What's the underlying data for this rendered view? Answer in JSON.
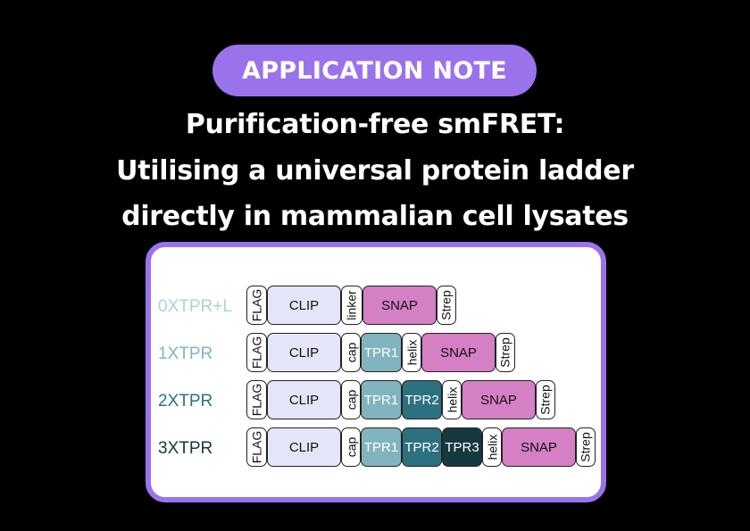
{
  "header": {
    "badge": "APPLICATION NOTE",
    "title_lines": [
      "Purification-free smFRET:",
      "Utilising a universal protein ladder",
      "directly in mammalian cell lysates"
    ]
  },
  "diagram": {
    "rows": [
      {
        "label": "0XTPR+L",
        "label_color": "#a9d3db",
        "segments": [
          "FLAG",
          "CLIP",
          "linker",
          "SNAP",
          "Strep"
        ]
      },
      {
        "label": "1XTPR",
        "label_color": "#82b4bf",
        "segments": [
          "FLAG",
          "CLIP",
          "cap",
          "TPR1",
          "helix",
          "SNAP",
          "Strep"
        ]
      },
      {
        "label": "2XTPR",
        "label_color": "#2d7180",
        "segments": [
          "FLAG",
          "CLIP",
          "cap",
          "TPR1",
          "TPR2",
          "helix",
          "SNAP",
          "Strep"
        ]
      },
      {
        "label": "3XTPR",
        "label_color": "#16393f",
        "segments": [
          "FLAG",
          "CLIP",
          "cap",
          "TPR1",
          "TPR2",
          "TPR3",
          "helix",
          "SNAP",
          "Strep"
        ]
      }
    ]
  }
}
